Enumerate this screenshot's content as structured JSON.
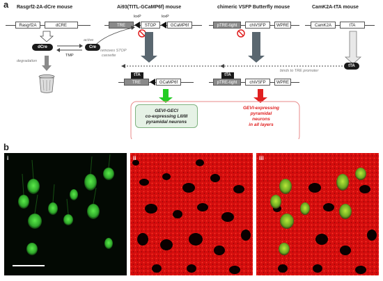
{
  "panel_a": {
    "letter": "a",
    "titles": {
      "rasgrf": "Rasgrf2-2A-dCre mouse",
      "ai93": "Ai93(TITL-GCaMP6f) mouse",
      "vsfp": "chimeric VSFP Butterfly mouse",
      "camk": "CamK2A-tTA  mouse"
    },
    "genes": {
      "rasgrf2a": "Rasgrf2A",
      "dcre": "dCRE",
      "tre1": "TRE",
      "stop": "STOP",
      "gcamp6f_1": "GCaMP6f",
      "ptre_tight1": "pTRE-tight",
      "chivsfp1": "chiVSFP",
      "wpre1": "WPRE",
      "camk2a": "CamK2A",
      "tta_gene": "tTA",
      "tre2": "TRE",
      "gcamp6f_2": "GCaMP6f",
      "ptre_tight2": "pTRE-tight",
      "chivsfp2": "chiVSFP",
      "wpre2": "WPRE"
    },
    "pills": {
      "dcre": "dCre",
      "cre": "Cre",
      "tta": "tTA",
      "tta_tag1": "tTA",
      "tta_tag2": "tTA"
    },
    "labels": {
      "loxp_left": "loxP",
      "loxp_right": "loxP",
      "active": "active",
      "tmp": "TMP",
      "degradation": "degradation",
      "removes_stop_1": "removes STOP",
      "removes_stop_2": "cassette",
      "binds_tre": "binds to TRE promoter"
    },
    "results": {
      "green_1": "GEVI-GECI",
      "green_2": "co-expressing LII/III",
      "green_3": "pyramidal neurons",
      "red_1": "GEVI-expressing",
      "red_2": "pyramidal",
      "red_3": "neurons",
      "red_4": "in all layers"
    },
    "colors": {
      "green_arrow": "#22cc22",
      "red_arrow": "#e02020",
      "red_box_border": "#e88a8a",
      "gray_arrow": "#5a6770"
    }
  },
  "panel_b": {
    "letter": "b",
    "images": [
      {
        "label": "i",
        "channel": "green",
        "description_color": "#3ad13a"
      },
      {
        "label": "ii",
        "channel": "red",
        "description_color": "#e01010"
      },
      {
        "label": "iii",
        "channel": "merge",
        "description_color": "#e01010"
      }
    ]
  }
}
